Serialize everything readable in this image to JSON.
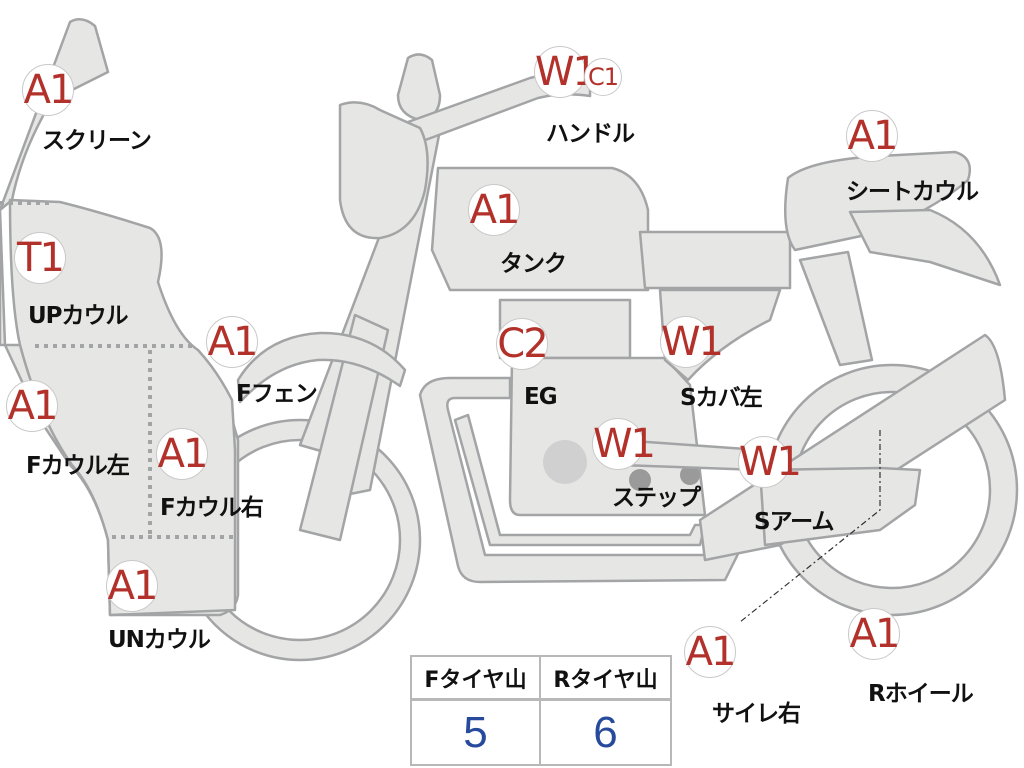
{
  "parts": [
    {
      "id": "screen",
      "code": "A1",
      "label": "スクリーン"
    },
    {
      "id": "handle",
      "code": "W1",
      "code2": "C1",
      "label": "ハンドル"
    },
    {
      "id": "seat-cowl",
      "code": "A1",
      "label": "シートカウル"
    },
    {
      "id": "tank",
      "code": "A1",
      "label": "タンク"
    },
    {
      "id": "up-cowl",
      "code": "T1",
      "label": "UPカウル"
    },
    {
      "id": "f-fender",
      "code": "A1",
      "label": "Fフェン"
    },
    {
      "id": "engine",
      "code": "C2",
      "label": "EG"
    },
    {
      "id": "s-cover-left",
      "code": "W1",
      "label": "Sカバ左"
    },
    {
      "id": "f-cowl-left",
      "code": "A1",
      "label": "Fカウル左"
    },
    {
      "id": "f-cowl-right",
      "code": "A1",
      "label": "Fカウル右"
    },
    {
      "id": "step",
      "code": "W1",
      "label": "ステップ"
    },
    {
      "id": "swing-arm",
      "code": "W1",
      "label": "Sアーム"
    },
    {
      "id": "un-cowl",
      "code": "A1",
      "label": "UNカウル"
    },
    {
      "id": "silencer-right",
      "code": "A1",
      "label": "サイレ右"
    },
    {
      "id": "r-wheel",
      "code": "A1",
      "label": "Rホイール"
    }
  ],
  "tire_table": {
    "headers": [
      "Fタイヤ山",
      "Rタイヤ山"
    ],
    "values": [
      "5",
      "6"
    ]
  }
}
